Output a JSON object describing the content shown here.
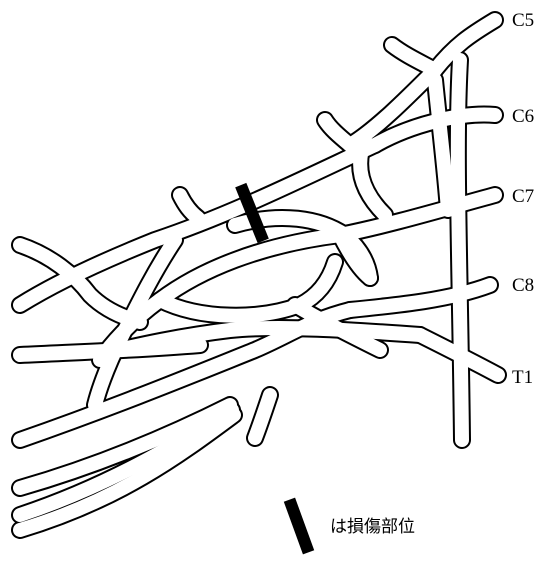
{
  "diagram": {
    "roots": [
      "C5",
      "C6",
      "C7",
      "C8",
      "T1"
    ],
    "legend": {
      "text": "は損傷部位"
    },
    "colors": {
      "stroke": "#000000",
      "fill": "#ffffff"
    }
  }
}
